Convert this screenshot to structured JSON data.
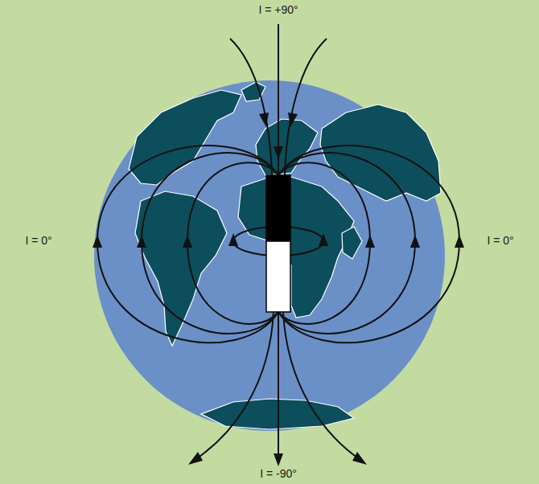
{
  "diagram": {
    "labels": [
      "I = +90°",
      "I = 0°",
      "I = 0°",
      "I = -90°"
    ]
  }
}
